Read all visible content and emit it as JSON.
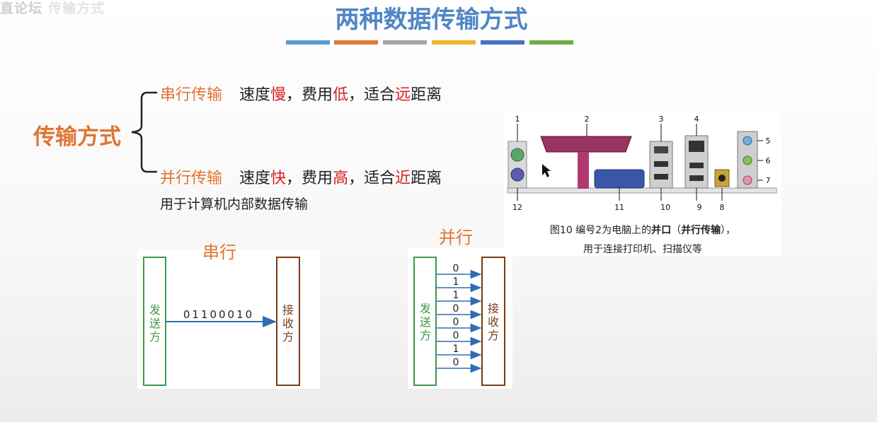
{
  "watermark": {
    "text": "直论坛",
    "faint": "传输方式"
  },
  "title": "两种数据传输方式",
  "stripe_colors": [
    "#5b9bd5",
    "#e07b39",
    "#a5a5a5",
    "#f0b429",
    "#4472c4",
    "#70ad47"
  ],
  "method_label": "传输方式",
  "serial": {
    "label": "串行传输",
    "speed_pre": "速度",
    "speed_val": "慢",
    "cost_pre": "，费用",
    "cost_val": "低",
    "dist_pre": "，适合",
    "dist_val": "远",
    "dist_post": "距离"
  },
  "parallel": {
    "label": "并行传输",
    "speed_pre": "速度",
    "speed_val": "快",
    "cost_pre": "，费用",
    "cost_val": "高",
    "dist_pre": "，适合",
    "dist_val": "近",
    "dist_post": "距离",
    "note": "用于计算机内部数据传输"
  },
  "serial_diagram": {
    "title": "串行",
    "sender": [
      "发",
      "送",
      "方"
    ],
    "receiver": [
      "接",
      "收",
      "方"
    ],
    "bits": "01100010"
  },
  "parallel_diagram": {
    "title": "并行",
    "sender": [
      "发",
      "送",
      "方"
    ],
    "receiver": [
      "接",
      "收",
      "方"
    ],
    "bits": [
      "0",
      "1",
      "1",
      "0",
      "0",
      "0",
      "1",
      "0"
    ]
  },
  "port_figure": {
    "numbers_top": [
      "1",
      "2",
      "3",
      "4"
    ],
    "numbers_right": [
      "5",
      "6",
      "7"
    ],
    "numbers_bottom": [
      "12",
      "11",
      "10",
      "9",
      "8"
    ],
    "caption_line1_pre": "图10  编号2为电脑上的",
    "caption_line1_bold": "并口",
    "caption_line1_mid": "（",
    "caption_line1_bold2": "并行传输",
    "caption_line1_post": "），",
    "caption_line2": "用于连接打印机、扫描仪等"
  },
  "colors": {
    "title_blue": "#4f86c6",
    "accent_orange": "#e0742f",
    "highlight_red": "#d82020",
    "sender_green": "#3a9a4a",
    "receiver_brown": "#7a3b14",
    "arrow_blue": "#2f6db5"
  }
}
